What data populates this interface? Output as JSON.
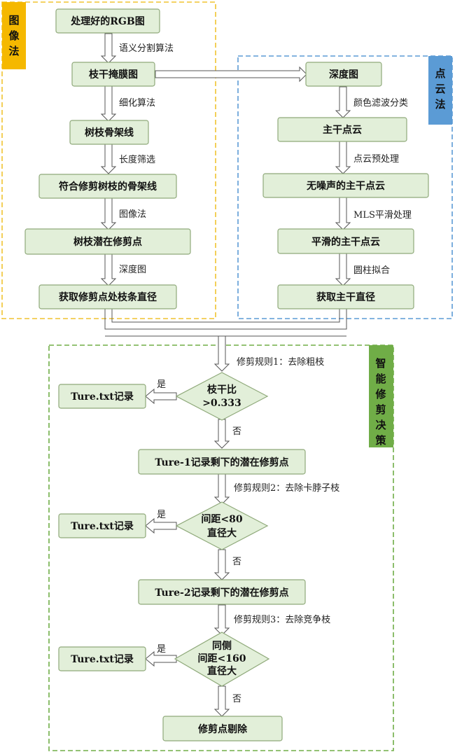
{
  "sections": {
    "image_method": {
      "label_lines": [
        "图",
        "像",
        "法"
      ],
      "color": "#f5b800",
      "border": "#f0c330"
    },
    "pointcloud_method": {
      "label_lines": [
        "点",
        "云",
        "法"
      ],
      "color": "#5b9bd5",
      "border": "#5b9bd5"
    },
    "decision": {
      "label_lines": [
        "智",
        "能",
        "修",
        "剪",
        "决",
        "策"
      ],
      "color": "#70ad47",
      "border": "#70ad47"
    }
  },
  "left_nodes": [
    "处理好的RGB图",
    "枝干掩膜图",
    "树枝骨架线",
    "符合修剪树枝的骨架线",
    "树枝潜在修剪点",
    "获取修剪点处枝条直径"
  ],
  "left_edges": [
    "语义分割算法",
    "细化算法",
    "长度筛选",
    "图像法",
    "深度图"
  ],
  "right_nodes": [
    "深度图",
    "主干点云",
    "无噪声的主干点云",
    "平滑的主干点云",
    "获取主干直径"
  ],
  "right_edges": [
    "颜色滤波分类",
    "点云预处理",
    "MLS平滑处理",
    "圆柱拟合"
  ],
  "decision": {
    "entry_edge": "修剪规则1：去除粗枝",
    "diamonds": [
      {
        "lines": [
          "枝干比",
          ">0.333"
        ],
        "yes": "是",
        "no": "否",
        "record": "Ture.txt记录"
      },
      {
        "lines": [
          "间距<80",
          "直径大"
        ],
        "yes": "是",
        "no": "否",
        "record": "Ture.txt记录"
      },
      {
        "lines": [
          "同侧",
          "间距<160",
          "直径大"
        ],
        "yes": "是",
        "no": "否",
        "record": "Ture.txt记录"
      }
    ],
    "mid_nodes": [
      "Ture-1记录剩下的潜在修剪点",
      "Ture-2记录剩下的潜在修剪点"
    ],
    "mid_edges": [
      "修剪规则2：去除卡脖子枝",
      "修剪规则3：去除竞争枝"
    ],
    "final_node": "修剪点剔除"
  }
}
